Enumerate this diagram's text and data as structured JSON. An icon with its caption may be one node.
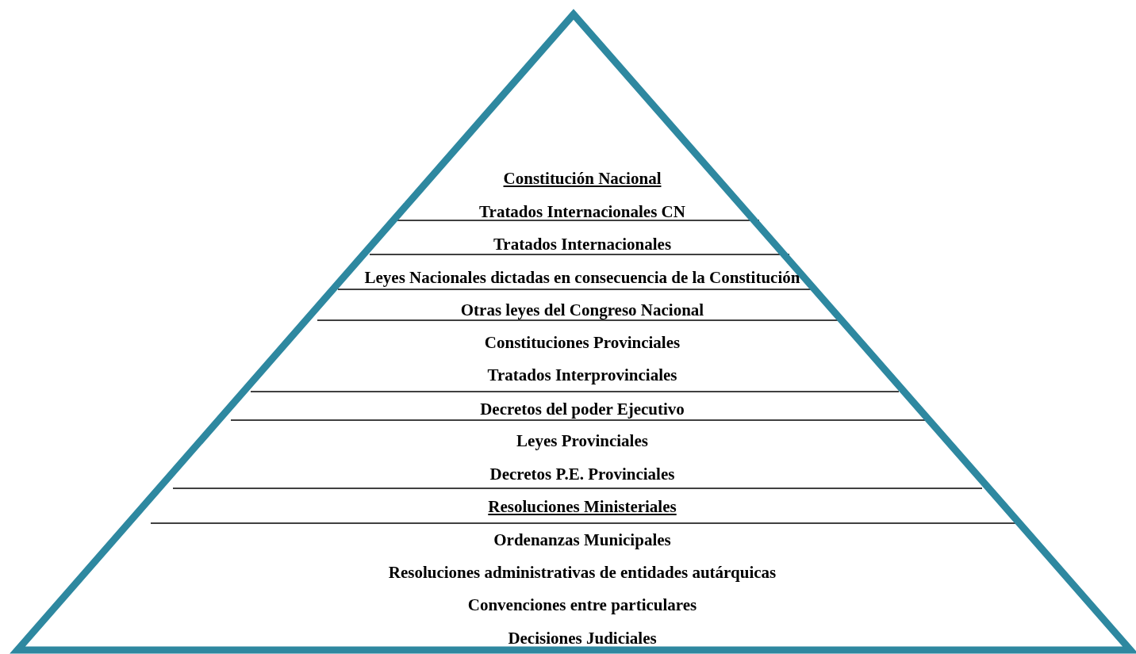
{
  "diagram": {
    "nodes": [
      {
        "text": [
          "Constitución Nacional",
          "Tratados Internacionales CN",
          "Tratados Internacionales",
          "Leyes Nacionales dictadas en consecuencia de la Constitución",
          "Otras leyes del Congreso Nacional",
          "Constituciones Provinciales",
          "Tratados Interprovinciales",
          "Decretos del poder Ejecutivo",
          "Leyes Provinciales",
          "Decretos P.E. Provinciales",
          "Resoluciones Ministeriales",
          "Ordenanzas Municipales",
          "Resoluciones administrativas de entidades autárquicas",
          "Convenciones entre particulares",
          "Decisiones Judiciales"
        ]
      }
    ]
  }
}
